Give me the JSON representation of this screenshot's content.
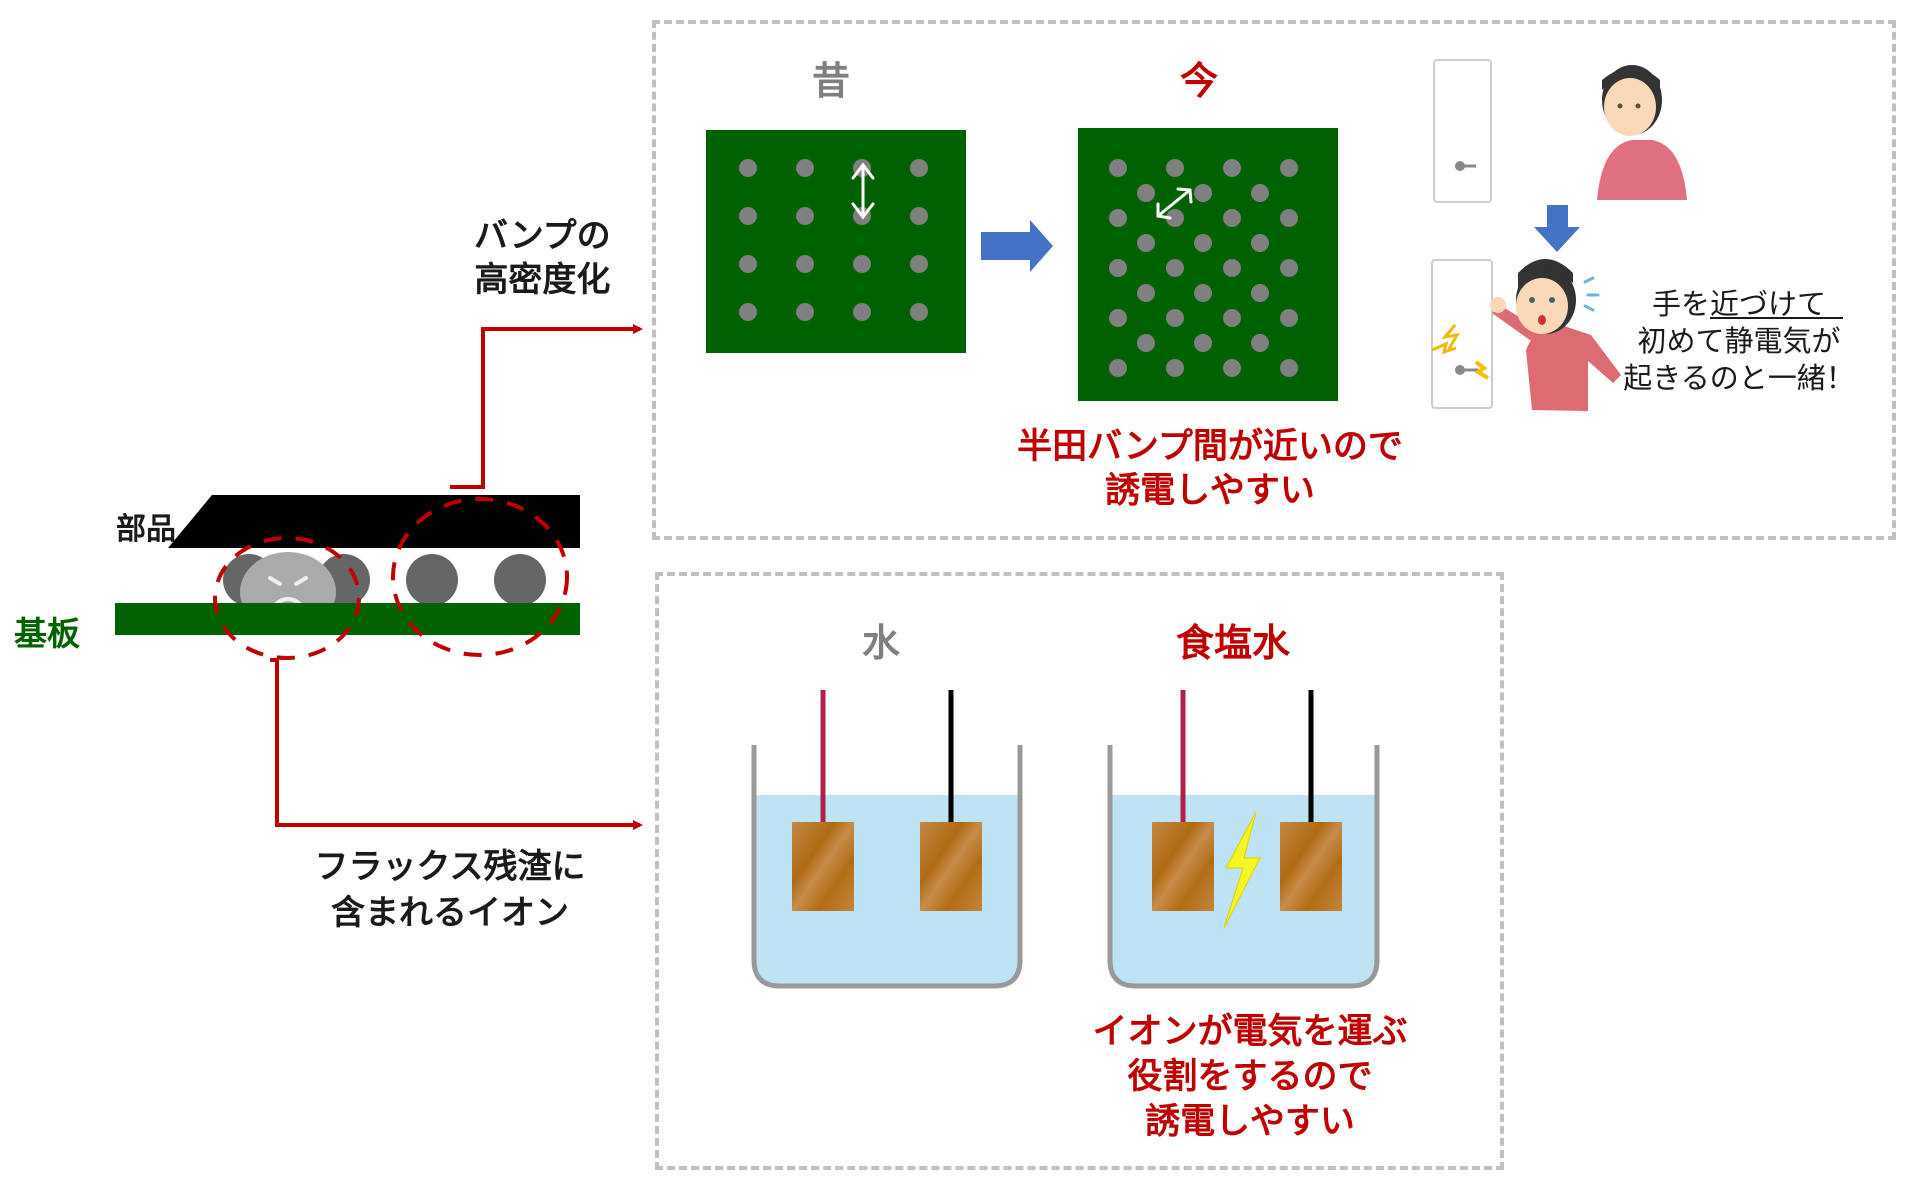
{
  "left_diagram": {
    "component_label": "部品",
    "substrate_label": "基板",
    "bump_density_label": [
      "バンプの",
      "高密度化"
    ],
    "flux_label": [
      "フラックス残渣に",
      "含まれるイオン"
    ]
  },
  "top_panel": {
    "before_label": "昔",
    "after_label": "今",
    "caption": [
      "半田バンプ間が近いので",
      "誘電しやすい"
    ],
    "analogy_text": {
      "line1_prefix": "手を",
      "line1_underlined": "近づけて",
      "line2": "初めて静電気が",
      "line3": "起きるのと一緒！"
    },
    "before_grid": {
      "rows": 4,
      "cols": 4
    },
    "after_grid": {
      "rows": 9,
      "cols_even": 4,
      "cols_odd": 3
    }
  },
  "bottom_panel": {
    "water_label": "水",
    "saltwater_label": "食塩水",
    "caption": [
      "イオンが電気を運ぶ",
      "役割をするので",
      "誘電しやすい"
    ]
  },
  "colors": {
    "accent_red": "#c00000",
    "pcb_green": "#006100",
    "bump_gray": "#808080",
    "arrow_blue": "#4472c4",
    "water_blue": "#bde3f5",
    "electrode_brown": "#b8741a",
    "box_dash": "#c0c0c0"
  }
}
